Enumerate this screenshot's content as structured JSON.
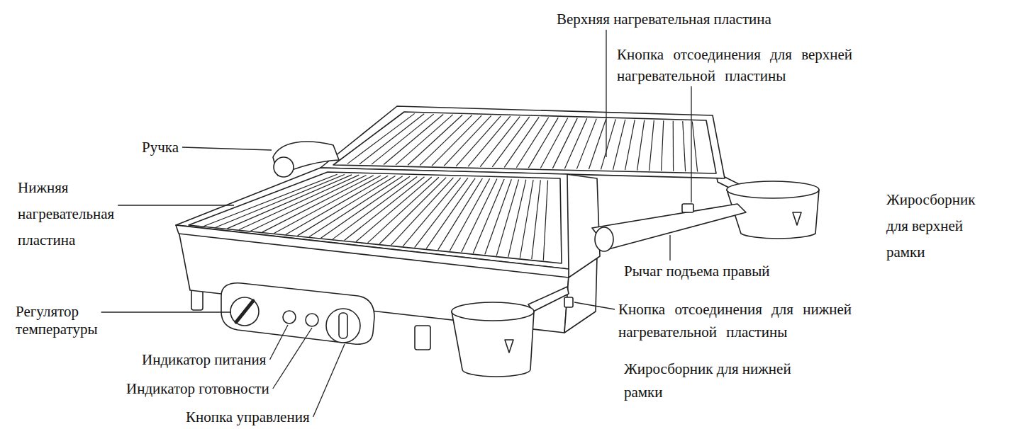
{
  "diagram": {
    "labels": [
      "Верхняя нагревательная пластина",
      "Кнопка отсоединения для верхней нагревательной пластины",
      "Ручка",
      "Нижняя нагревательная пластина",
      "Жиросборник для верхней рамки",
      "Рычаг подъема правый",
      "Кнопка отсоединения для нижней нагревательной пластины",
      "Регулятор температуры",
      "Индикатор питания",
      "Жиросборник для нижней рамки",
      "Индикатор готовности",
      "Кнопка управления"
    ]
  }
}
